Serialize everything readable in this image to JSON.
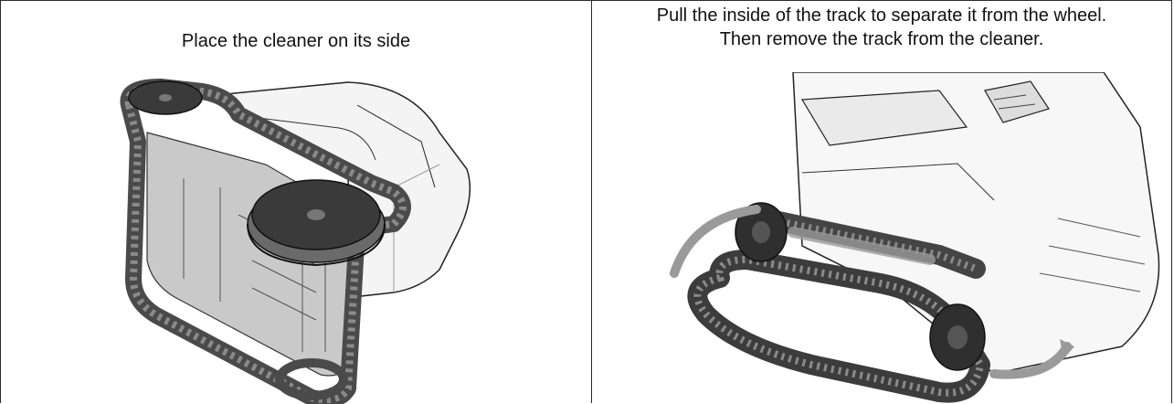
{
  "steps": [
    {
      "caption_lines": [
        "Place the cleaner on its side"
      ],
      "illustration_icon": "pool-cleaner-on-side-icon"
    },
    {
      "caption_lines": [
        "Pull the inside of the track to separate it from the wheel.",
        "Then remove the track from the cleaner."
      ],
      "illustration_icon": "remove-track-from-wheel-icon"
    }
  ],
  "colors": {
    "border": "#2b2b2b",
    "track": "#6f6f6f",
    "track_dark": "#4a4a4a",
    "body": "#f4f4f4",
    "arrow": "#9a9a9a"
  }
}
